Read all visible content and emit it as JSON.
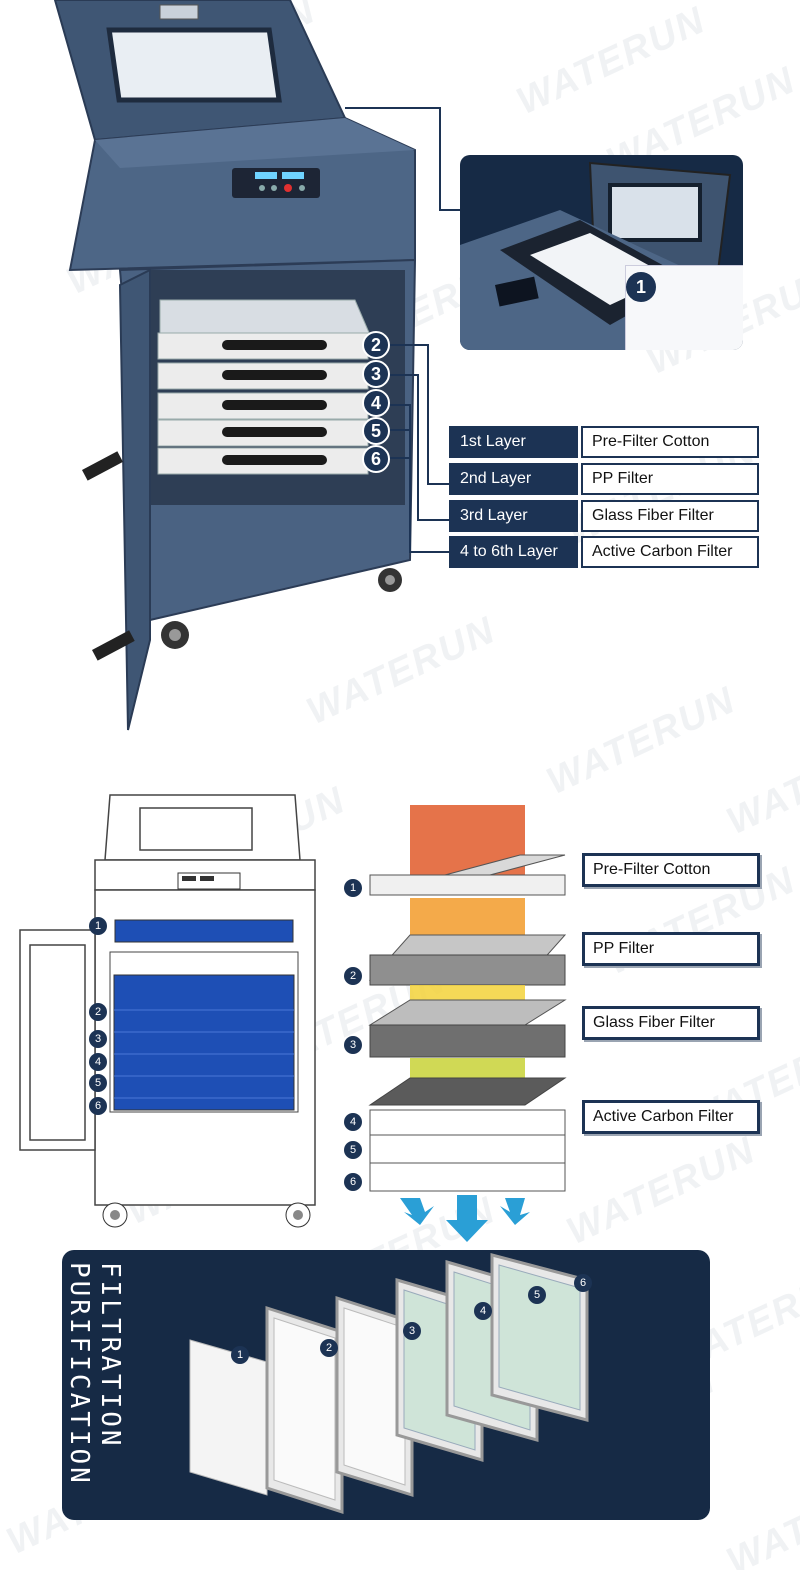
{
  "watermark": "WATERUN",
  "top": {
    "callouts": [
      "2",
      "3",
      "4",
      "5",
      "6"
    ],
    "inset_badge": "1",
    "table": [
      {
        "layer": "1st Layer",
        "filter": "Pre-Filter Cotton"
      },
      {
        "layer": "2nd Layer",
        "filter": "PP Filter"
      },
      {
        "layer": "3rd Layer",
        "filter": "Glass Fiber Filter"
      },
      {
        "layer": "4 to 6th Layer",
        "filter": "Active Carbon Filter"
      }
    ]
  },
  "middle": {
    "diagram_numbers": [
      "1",
      "2",
      "3",
      "4",
      "5",
      "6"
    ],
    "stack_numbers": [
      "1",
      "2",
      "3",
      "4",
      "5",
      "6"
    ],
    "labels": {
      "pre_filter": "Pre-Filter Cotton",
      "pp": "PP Filter",
      "glass": "Glass Fiber Filter",
      "carbon": "Active Carbon Filter"
    }
  },
  "bottom": {
    "title_line1": "FILTRATION",
    "title_line2": "PURIFICATION",
    "panel_numbers": [
      "1",
      "2",
      "3",
      "4",
      "5",
      "6"
    ]
  },
  "colors": {
    "navy": "#1c3354",
    "machine": "#4a6282",
    "accent_blue": "#2a9fd6",
    "filter_blue": "#1e4fb5"
  }
}
